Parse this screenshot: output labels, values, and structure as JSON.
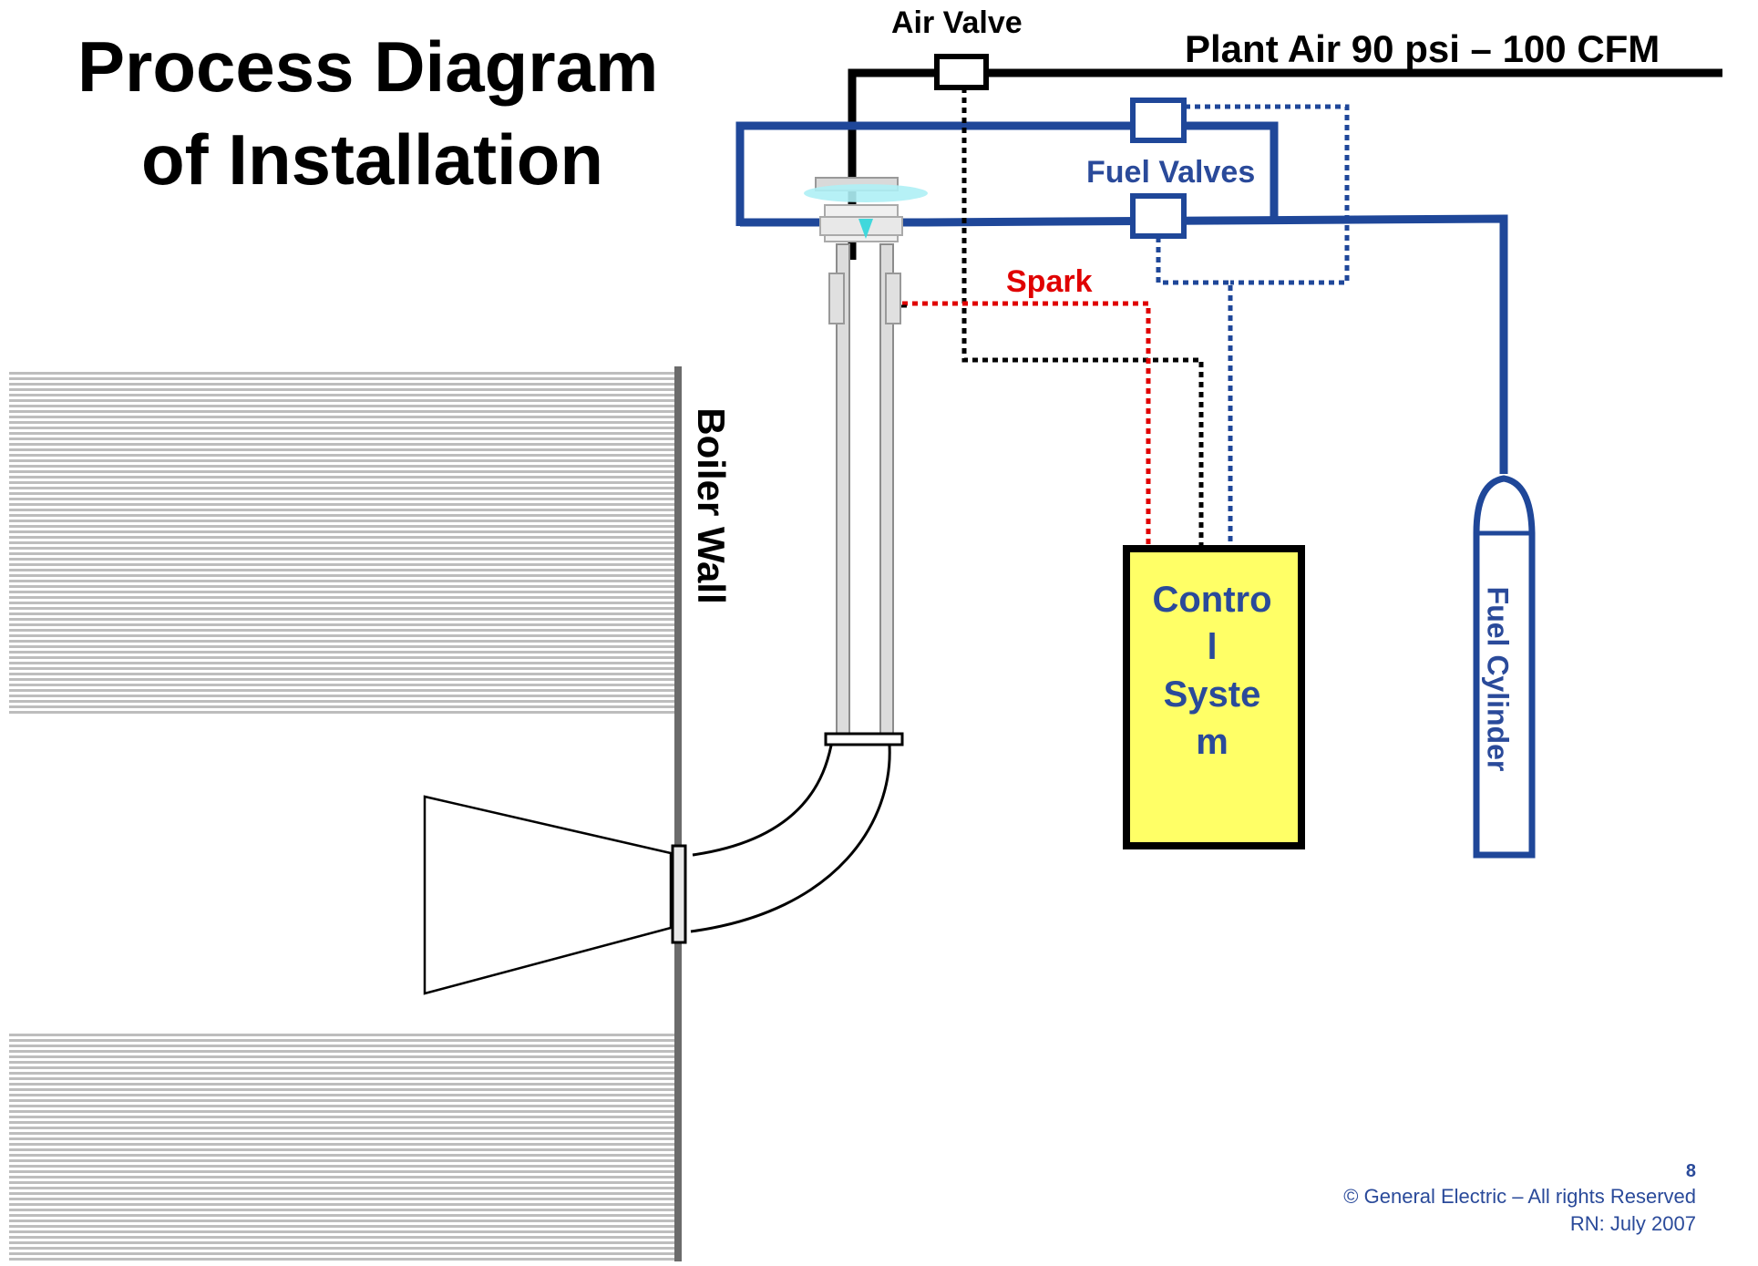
{
  "title": {
    "line1": "Process Diagram",
    "line2": "of Installation"
  },
  "labels": {
    "air_valve": "Air Valve",
    "plant_air": "Plant Air  90 psi – 100 CFM",
    "fuel_valves": "Fuel Valves",
    "spark": "Spark",
    "boiler_wall": "Boiler Wall",
    "fuel_cylinder": "Fuel Cylinder",
    "control_system": [
      "Contro",
      "l",
      "Syste",
      "m"
    ]
  },
  "footer": {
    "page_number": "8",
    "copyright": "© General Electric – All rights Reserved",
    "revision": "RN: July 2007"
  },
  "colors": {
    "fuel_line": "#1f4799",
    "air_line": "#000000",
    "spark_line": "#e00000",
    "control_box_fill": "#ffff66",
    "label_blue": "#2a4a9a",
    "wall": "#6b6b6b"
  }
}
